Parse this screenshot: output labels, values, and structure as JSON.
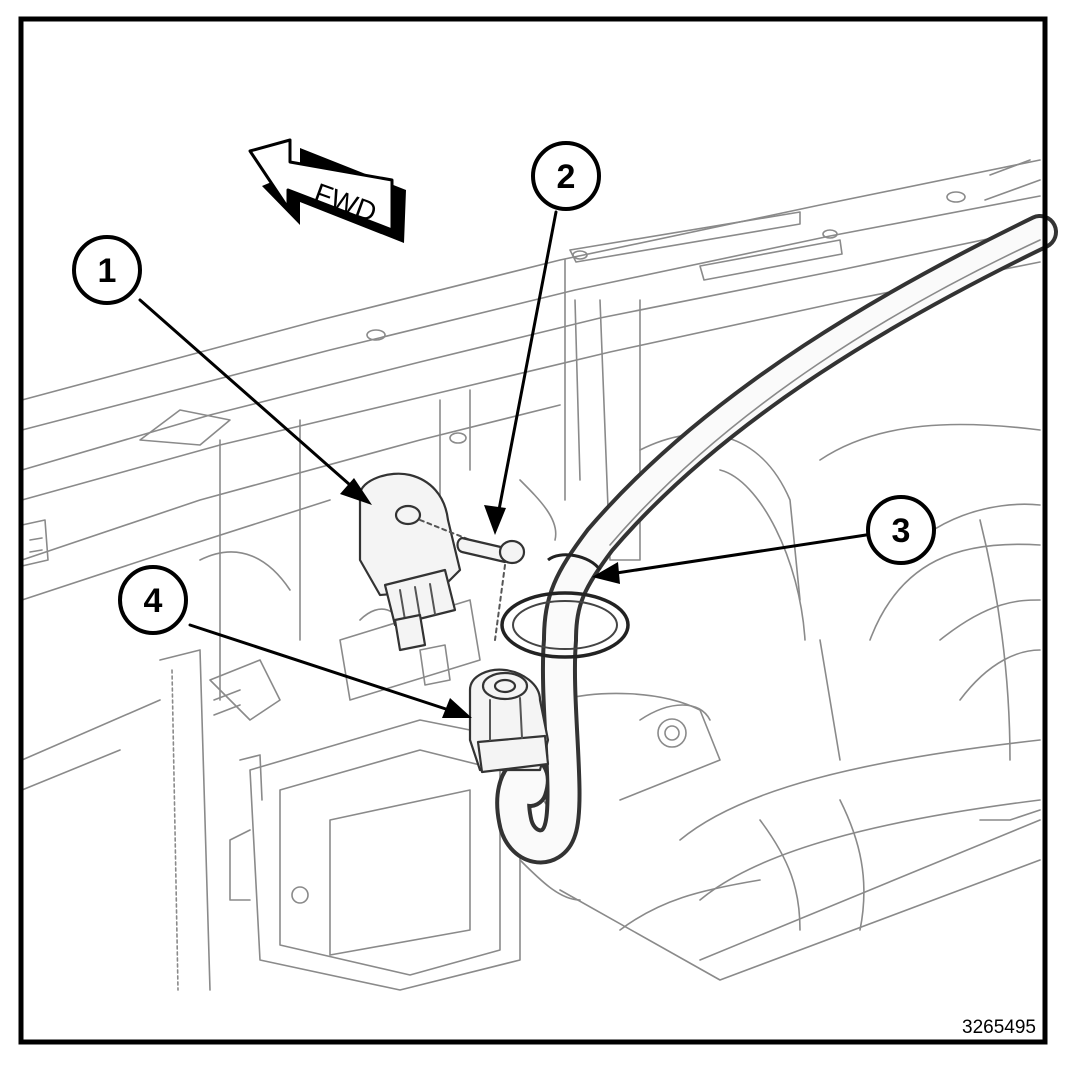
{
  "direction_arrow": {
    "label": "FWD"
  },
  "callouts": [
    {
      "number": "1"
    },
    {
      "number": "2"
    },
    {
      "number": "3"
    },
    {
      "number": "4"
    }
  ],
  "figure_id": "3265495"
}
